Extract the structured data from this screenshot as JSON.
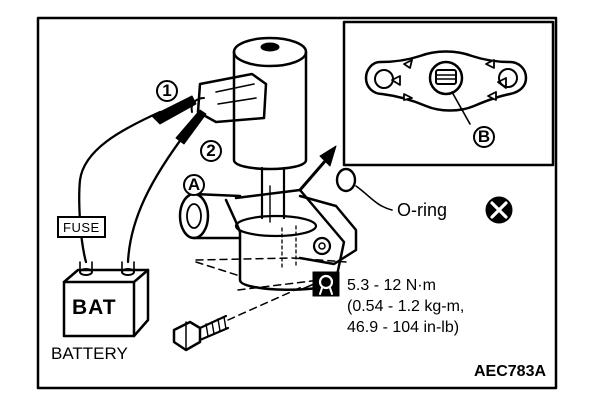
{
  "callouts": {
    "c1": "1",
    "c2": "2",
    "A": "A",
    "B": "B"
  },
  "labels": {
    "fuse": "FUSE",
    "bat": "BAT",
    "battery": "BATTERY",
    "oring": "O-ring",
    "torque_line1": "5.3 - 12 N·m",
    "torque_line2": "(0.54 - 1.2 kg-m,",
    "torque_line3": "46.9 - 104 in-lb)",
    "figure_code": "AEC783A"
  }
}
